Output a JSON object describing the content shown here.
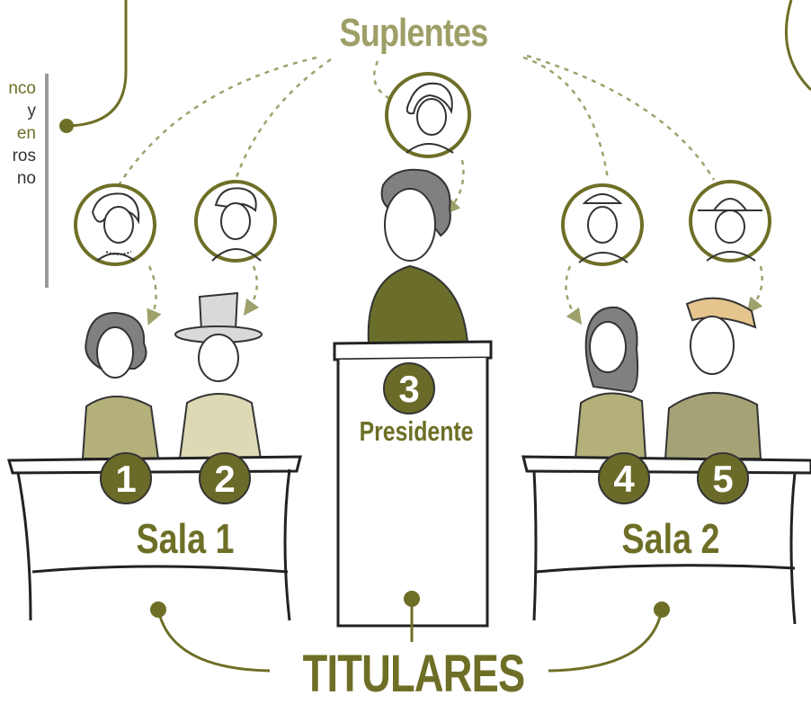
{
  "side_text": {
    "lines": [
      "nco",
      "y",
      "en",
      "ros",
      "no"
    ],
    "olive_lines": [
      0,
      2
    ]
  },
  "heading_suplentes": "Suplentes",
  "heading_titulares": "TITULARES",
  "presidente_label": "Presidente",
  "salas": [
    {
      "label": "Sala 1"
    },
    {
      "label": "Sala 2"
    }
  ],
  "member_numbers": [
    "1",
    "2",
    "3",
    "4",
    "5"
  ],
  "colors": {
    "olive_dark": "#6e6f26",
    "olive_light": "#9e9e67",
    "badge": "#6b6b29",
    "dash": "#9ea16b",
    "shirt_green": "#6b6e2a",
    "hat_tan": "#e5c48e"
  }
}
